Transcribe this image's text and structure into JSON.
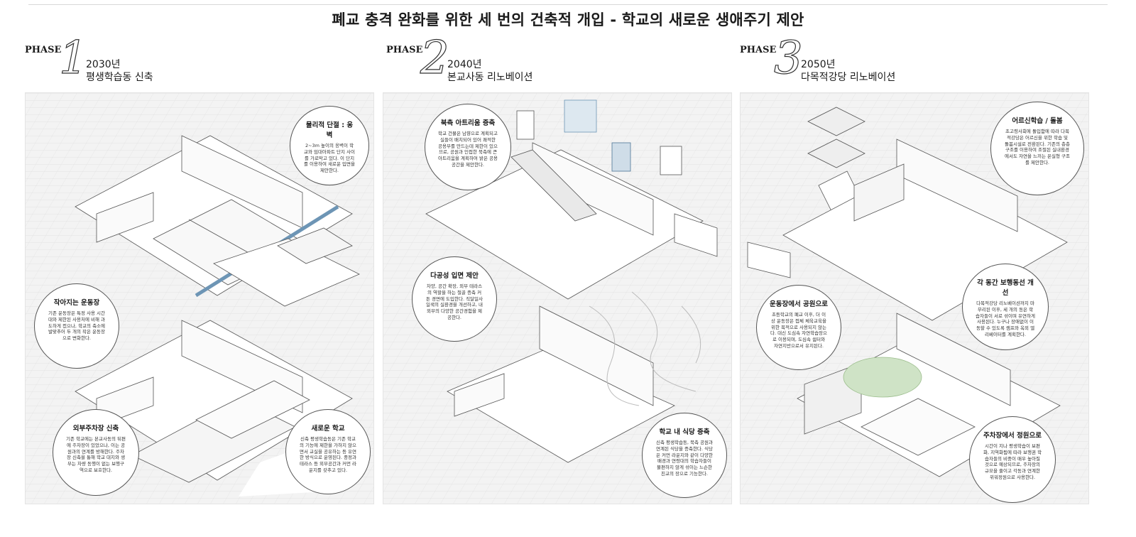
{
  "title": "폐교 충격 완화를 위한 세 번의 건축적 개입 - 학교의 새로운 생애주기 제안",
  "phases": [
    {
      "word": "PHASE",
      "number": "1",
      "year": "2030년",
      "subtitle": "평생학습동 신축",
      "callouts": [
        {
          "title": "물리적 단절 : 옹벽",
          "body": "2~3m 높이의 옹벽이 학교와 임대아파트 단지 사이를 가로막고 있다. 이 단지를 이용하여 새로운 입면을 제안한다."
        },
        {
          "title": "작아지는 운동장",
          "body": "기존 운동장은 특정 사용 시간대와 제한된 사용처에 비해 과도하게 컸으나, 학교의 축소에 발맞추어 두 개의 작은 운동장으로 변화한다."
        },
        {
          "title": "외부주차장 신축",
          "body": "기존 학교에는 본교사동의 뒤편에 주차장이 있었으나, 이는 공원과의 연계를 방해한다. 주차장 신축을 통해 학교 대지와 생부는 차량 동행이 없는 보행구역으로 보호한다."
        },
        {
          "title": "새로운 학교",
          "body": "신축 평생학습동은 기존 학교의 기능에 제한을 가하지 않으면서 교실을 공유하는 등 유연한 방식으로 운영된다. 중정과 테라스 등 외부공간과 커먼 라운지를 갖추고 있다."
        }
      ]
    },
    {
      "word": "PHASE",
      "number": "2",
      "year": "2040년",
      "subtitle": "본교사동 리노베이션",
      "callouts": [
        {
          "title": "북측 아트리움 증축",
          "body": "학교 건물은 남향으로 계획되고 실들이 배치되어 있어 쾌적한 공용부를 만드는데 제한이 있으므로, 공원과 인접한 북측에 큰 아트리움을 계획하여 밝은 공용공간을 제안한다."
        },
        {
          "title": "다공성 입면 제안",
          "body": "차양, 공간 확장, 외부 테라스의 역할을 하는 철골 증축 커튼 경면에 도입한다. 직달일사 일색의 실환경을 개선하고, 내외부의 다양한 공간경험을 제공한다."
        },
        {
          "title": "학교 내 식당 증축",
          "body": "신축 평생학습동, 북측 공원과 연계된 식당을 증축한다. 식당은 커먼 라운지와 같이 다양한 배경과 연령대의 학습자들이 불편하지 않게 섞이는 느슨한 친교의 장으로 기능한다."
        }
      ]
    },
    {
      "word": "PHASE",
      "number": "3",
      "year": "2050년",
      "subtitle": "다목적강당 리노베이션",
      "callouts": [
        {
          "title": "어르신학습 / 돌봄",
          "body": "초고령사회에 돌입함에 따라 다목적강당은 어르신을 위한 학습 및 돌봄시설로 전환된다. 기존의 층층구조를 이용하여 조절된 실내환경에서도 자연을 느끼는 온실형 구조를 제안한다."
        },
        {
          "title": "각 동간 보행동선 개선",
          "body": "다목적강당 리노베이션까지 마무리된 이후, 세 개의 동은 학습자들이 서로 섞이며 유연하게 사용된다. 누구나 장애없이 이동할 수 있도록 램프와 옥외 엘리베이터를 계획한다."
        },
        {
          "title": "운동장에서 공원으로",
          "body": "초등학교의 폐교 이후, 더 이상 운동장은 접체 체육교육을 위한 목적으로 사용되지 않는다. 대신 도심속 자연학습장으로 이용되며, 도심속 쉼터와 자연지반으로서 유지된다."
        },
        {
          "title": "주차장에서 정원으로",
          "body": "시간이 지나 평생학습이 보편화, 지역화됨에 따라 보행권 학습자들의 비중이 매우 높아질 것으로 예상되므로, 주차장의 규모을 줄이고 각동과 연계한 위워정원으로 사용한다."
        }
      ]
    }
  ]
}
